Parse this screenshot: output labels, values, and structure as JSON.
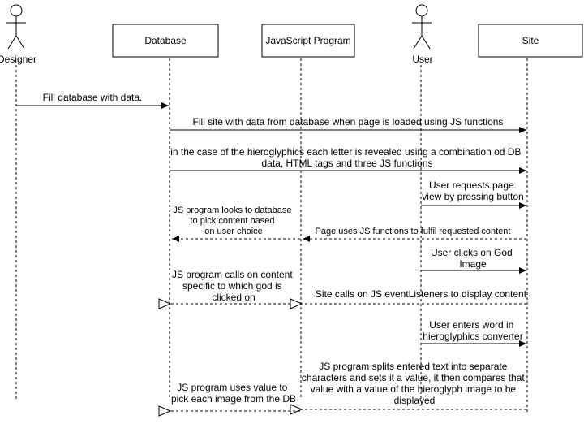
{
  "participants": {
    "designer": "Designer",
    "database": "Database",
    "js_program": "JavaScript Program",
    "user": "User",
    "site": "Site"
  },
  "messages": [
    {
      "from": "designer",
      "to": "database",
      "style": "solid",
      "lines": [
        "Fill database with data."
      ]
    },
    {
      "from": "database",
      "to": "site",
      "style": "solid",
      "lines": [
        "Fill site with data from database when page is loaded using JS functions"
      ]
    },
    {
      "from": "database",
      "to": "site",
      "style": "solid",
      "lines": [
        "in the case of the hieroglyphics each letter is revealed using a combination od DB",
        "data, HTML tags and three JS functions"
      ]
    },
    {
      "from": "user",
      "to": "site",
      "style": "solid",
      "lines": [
        "User requests page",
        "view by pressing button"
      ]
    },
    {
      "from": "js_program",
      "to": "database",
      "style": "dashed",
      "lines": [
        "JS program looks to database",
        "to pick content based",
        "on user choice"
      ]
    },
    {
      "from": "site",
      "to": "js_program",
      "style": "dashed",
      "lines": [
        "Page uses JS functions to fulfil requested content"
      ]
    },
    {
      "from": "user",
      "to": "site",
      "style": "solid",
      "lines": [
        "User clicks on God",
        "Image"
      ]
    },
    {
      "from": "js_program",
      "to": "database",
      "style": "dashed",
      "lines": [
        "JS program calls on content",
        "specific to which god is",
        "clicked on"
      ]
    },
    {
      "from": "site",
      "to": "js_program",
      "style": "dashed",
      "lines": [
        "Site calls on JS eventListeners to display content"
      ]
    },
    {
      "from": "user",
      "to": "site",
      "style": "solid",
      "lines": [
        "User enters word in",
        "hieroglyphics converter"
      ]
    },
    {
      "from": "site",
      "to": "js_program",
      "style": "dashed",
      "lines": [
        "JS program splits entered text into separate",
        "characters and sets it a value, it then compares that",
        "value with a value of the hieroglyph image to be",
        "displayed"
      ]
    },
    {
      "from": "js_program",
      "to": "database",
      "style": "dashed",
      "lines": [
        "JS program uses value to",
        "pick each image from the DB"
      ]
    }
  ]
}
